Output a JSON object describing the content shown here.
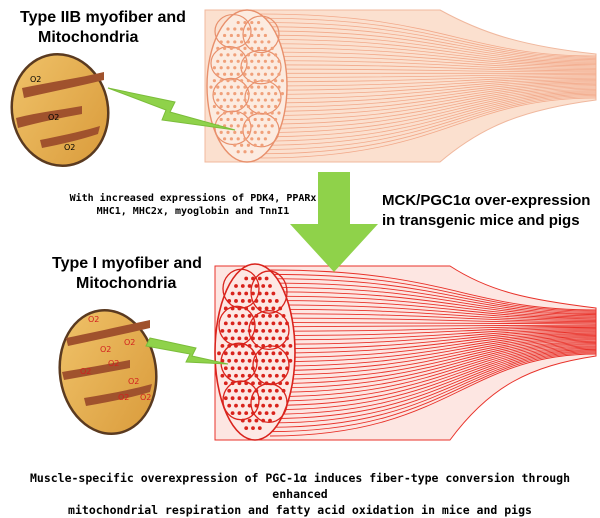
{
  "top": {
    "title_line1": "Type IIB myofiber and",
    "title_line2": "Mitochondria",
    "o2_labels": [
      "O2",
      "O2",
      "O2"
    ]
  },
  "middle": {
    "expression_line1": "With increased expressions of PDK4, PPARx",
    "expression_line2": "MHC1, MHC2x, myoglobin and TnnI1",
    "transgene_line1": "MCK/PGC1α  over-expression",
    "transgene_line2": "in transgenic mice and pigs"
  },
  "bottom": {
    "title_line1": "Type I myofiber and",
    "title_line2": "Mitochondria",
    "o2_labels": [
      "O2",
      "O2",
      "O2",
      "O2",
      "O2",
      "O2",
      "O2",
      "O2"
    ]
  },
  "caption": {
    "line1": "Muscle-specific overexpression of PGC-1α induces fiber-type conversion through enhanced",
    "line2": "mitochondrial respiration and fatty acid oxidation in mice and pigs"
  },
  "colors": {
    "muscle_light": "#f2a98a",
    "muscle_dark": "#e8322a",
    "mito_fill": "#e8b24e",
    "mito_outline": "#5a3a20",
    "crista": "#a0522d",
    "arrow_green": "#8fd24a",
    "o2_top": "#000000",
    "o2_bottom": "#d21e1e"
  }
}
